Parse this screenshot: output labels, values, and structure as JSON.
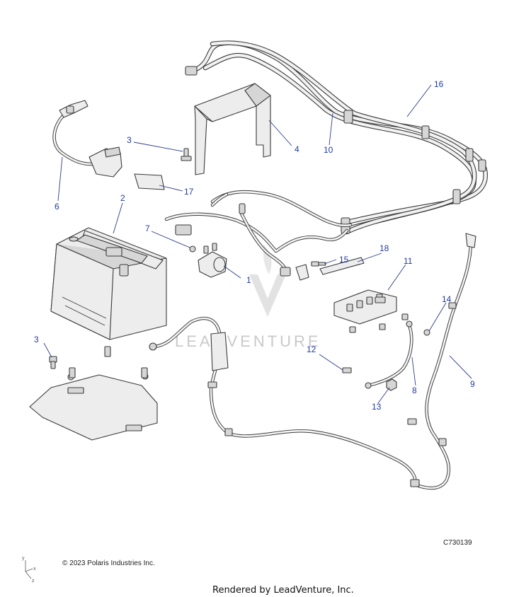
{
  "diagram_id": "C730139",
  "copyright": "© 2023 Polaris Industries Inc.",
  "rendered_by": "Rendered by LeadVenture, Inc.",
  "watermark": "LEADVENTURE",
  "axis_labels": {
    "x": "x",
    "y": "y",
    "z": "z"
  },
  "callouts": [
    {
      "num": "1"
    },
    {
      "num": "2"
    },
    {
      "num": "3"
    },
    {
      "num": "3"
    },
    {
      "num": "4"
    },
    {
      "num": "6"
    },
    {
      "num": "7"
    },
    {
      "num": "8"
    },
    {
      "num": "9"
    },
    {
      "num": "10"
    },
    {
      "num": "11"
    },
    {
      "num": "12"
    },
    {
      "num": "13"
    },
    {
      "num": "14"
    },
    {
      "num": "15"
    },
    {
      "num": "16"
    },
    {
      "num": "17"
    },
    {
      "num": "18"
    }
  ],
  "colors": {
    "callout": "#1f3aa8",
    "line": "#3a3a3a",
    "part_fill": "#ededed"
  }
}
